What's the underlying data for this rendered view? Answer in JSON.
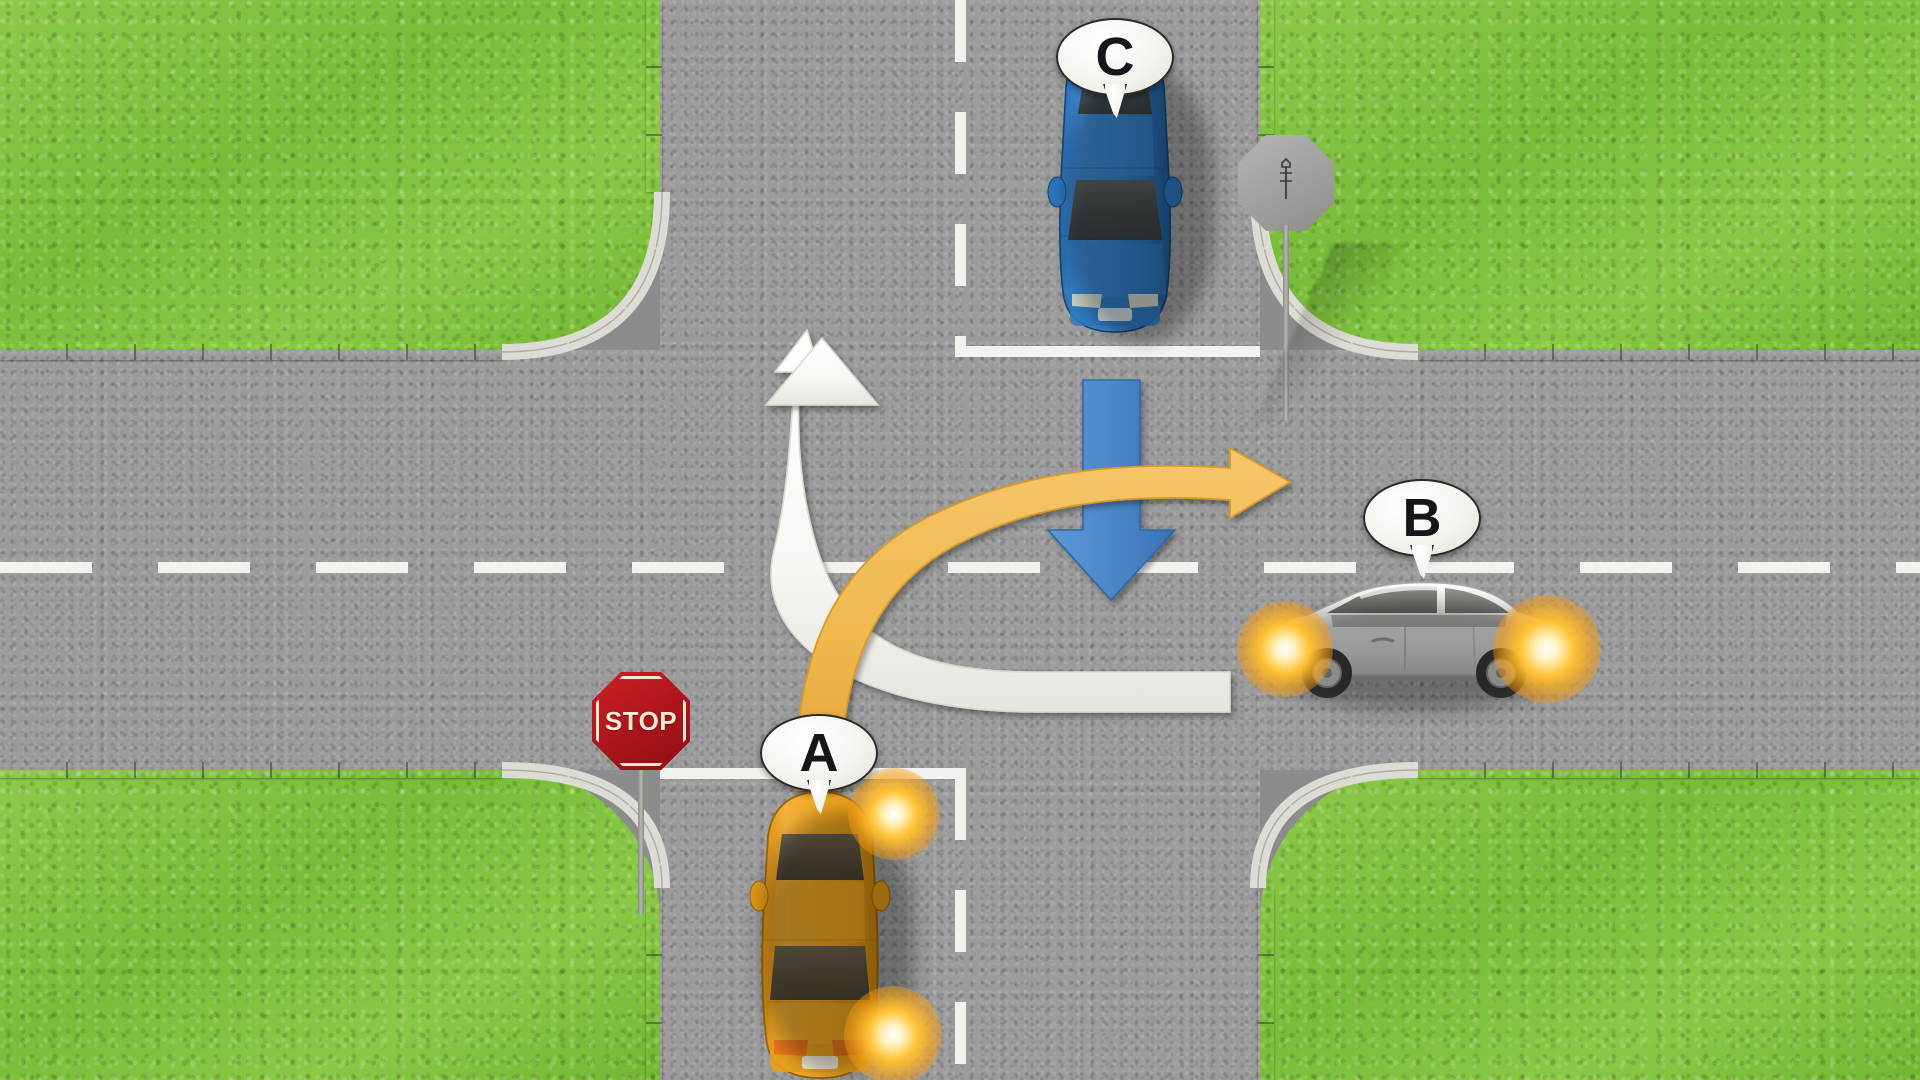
{
  "scene": {
    "title": "Four-way intersection right-of-way diagram",
    "type": "traffic-intersection-illustration"
  },
  "palette": {
    "grass": "#7fbf3a",
    "asphalt": "#9b9b9b",
    "curb": "#dcdbd4",
    "lane_marking": "#f2f2ee",
    "arrow_amber": "#f0b84f",
    "arrow_amber_edge": "#d79a2b",
    "arrow_white": "#fafaf7",
    "arrow_blue": "#4a86c8",
    "arrow_blue_edge": "#2f68a8",
    "stop_sign_red": "#c01f26",
    "stop_sign_text": "#f5ead4",
    "car_a_body": "#f0a928",
    "car_b_body": "#ececeb",
    "car_c_body": "#2f7fcc",
    "indicator_glow": "#ffb428"
  },
  "vehicles": [
    {
      "id": "car-a",
      "label": "A",
      "color_name": "yellow",
      "position": "south-approach",
      "heading": "north",
      "indicators": "on",
      "description": "Yellow car stopped at the stop line on the south approach"
    },
    {
      "id": "car-b",
      "label": "B",
      "color_name": "white",
      "position": "east-approach",
      "heading": "west",
      "indicators": "on",
      "description": "White hatchback on the east leg with indicators lit"
    },
    {
      "id": "car-c",
      "label": "C",
      "color_name": "blue",
      "position": "north-approach",
      "heading": "south",
      "indicators": "off",
      "description": "Blue sedan on the north approach travelling south"
    }
  ],
  "signs": [
    {
      "id": "stop-sign-south",
      "type": "stop",
      "text": "STOP",
      "face": "front",
      "serves": "A"
    },
    {
      "id": "stop-sign-north",
      "type": "stop",
      "text": "",
      "face": "back",
      "serves": "C"
    }
  ],
  "arrows": [
    {
      "id": "arrow-amber-right-turn",
      "color": "#f0b84f",
      "from": "A",
      "path": "right turn",
      "description": "Amber arrow curving from car A to the east"
    },
    {
      "id": "arrow-white-straight",
      "color": "#fafaf7",
      "from": "B",
      "path": "left turn / straight",
      "description": "White arrow curving from the east leg to the north"
    },
    {
      "id": "arrow-blue-straight",
      "color": "#4a86c8",
      "from": "C",
      "path": "straight ahead",
      "description": "Blue straight arrow showing car C continuing south"
    }
  ],
  "markings": {
    "center_dash": "dashed white centre line",
    "stop_line_north": "solid white stop line",
    "stop_line_south": "solid white stop line",
    "lane_dash_vertical": "dashed white lane divider"
  }
}
